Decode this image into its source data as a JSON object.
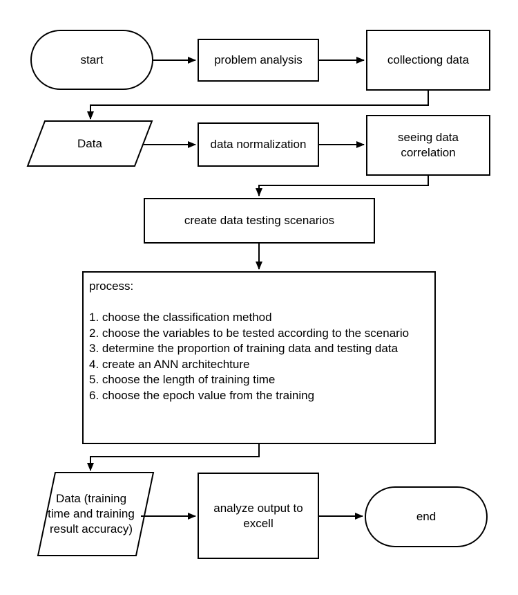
{
  "nodes": {
    "start": "start",
    "problem_analysis": "problem analysis",
    "collecting_data": "collectiong data",
    "data_input": "Data",
    "data_normalization": "data normalization",
    "seeing_correlation": "seeing data correlation",
    "scenarios": "create data testing scenarios",
    "output_data": "Data (training time and training result accuracy)",
    "analyze_output": "analyze output to excell",
    "end": "end"
  },
  "process": {
    "title": "process:",
    "steps": [
      "1. choose the classification method",
      "2. choose the variables to be tested according to the scenario",
      "3. determine the proportion of training data and testing data",
      "4. create an ANN architechture",
      "5. choose the length of training time",
      "6. choose the epoch value from the training"
    ]
  },
  "colors": {
    "stroke": "#000000",
    "fill": "#ffffff"
  }
}
